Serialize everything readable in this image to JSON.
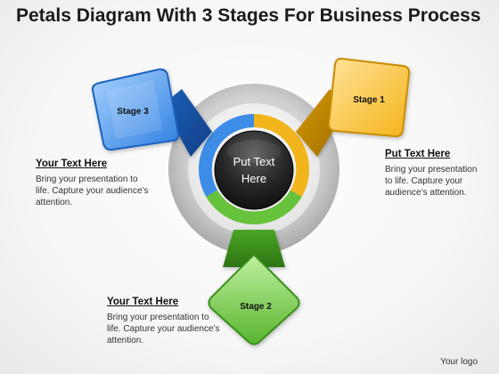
{
  "title": "Petals Diagram With 3 Stages For Business Process",
  "center": {
    "line1": "Put Text",
    "line2": "Here"
  },
  "stages": [
    {
      "label": "Stage 1",
      "color": "#f2b51c"
    },
    {
      "label": "Stage 2",
      "color": "#67c23b"
    },
    {
      "label": "Stage 3",
      "color": "#3d8de8"
    }
  ],
  "text_blocks": {
    "left": {
      "heading": "Your Text Here",
      "body": "Bring your presentation to life. Capture your audience’s attention."
    },
    "right": {
      "heading": "Put Text Here",
      "body": "Bring your presentation to life. Capture your audience’s attention."
    },
    "bottom": {
      "heading": "Your Text Here",
      "body": "Bring your presentation to life. Capture your audience’s attention."
    }
  },
  "logo": "Your logo"
}
